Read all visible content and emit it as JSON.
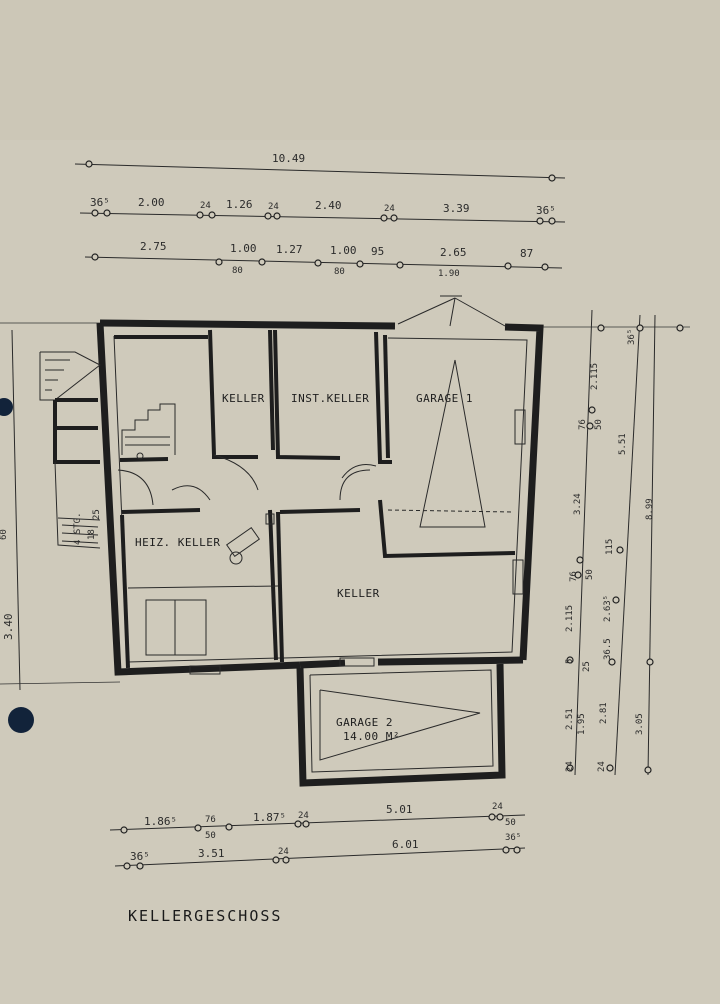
{
  "plan_title": "KELLERGESCHOSS",
  "rooms": {
    "keller_small": "KELLER",
    "inst_keller": "INST.KELLER",
    "garage1": "GARAGE 1",
    "heiz_keller": "HEIZ. KELLER",
    "keller_main": "KELLER",
    "garage2": "GARAGE 2",
    "garage2_area": "14.00 M²"
  },
  "dimensions": {
    "top_total": "10.49",
    "top_row1": [
      "36⁵",
      "2.00",
      "24",
      "1.26",
      "24",
      "2.40",
      "24",
      "3.39",
      "36⁵"
    ],
    "top_row2": [
      "2.75",
      "1.00",
      "1.27",
      "1.00",
      "95",
      "2.65",
      "87"
    ],
    "top_row2_sub": [
      "80",
      "80",
      "1.90"
    ],
    "right_inner": [
      "2.115",
      "76",
      "50",
      "3.24",
      "76",
      "50",
      "2.115",
      "2.51",
      "1.95",
      "24"
    ],
    "right_mid": [
      "5.51",
      "115",
      "2.63⁵",
      "36.5",
      "2.81",
      "24"
    ],
    "right_outer": [
      "36⁵",
      "8.99",
      "3.05"
    ],
    "right_small": [
      "5",
      "25"
    ],
    "bottom_row1": [
      "1.86⁵",
      "76",
      "50",
      "1.87⁵",
      "24",
      "5.01",
      "24",
      "50"
    ],
    "bottom_row2": [
      "36⁵",
      "3.51",
      "24",
      "6.01",
      "36⁵"
    ],
    "left": [
      "3.40",
      "4 STG.",
      "18",
      "25",
      "60"
    ]
  }
}
